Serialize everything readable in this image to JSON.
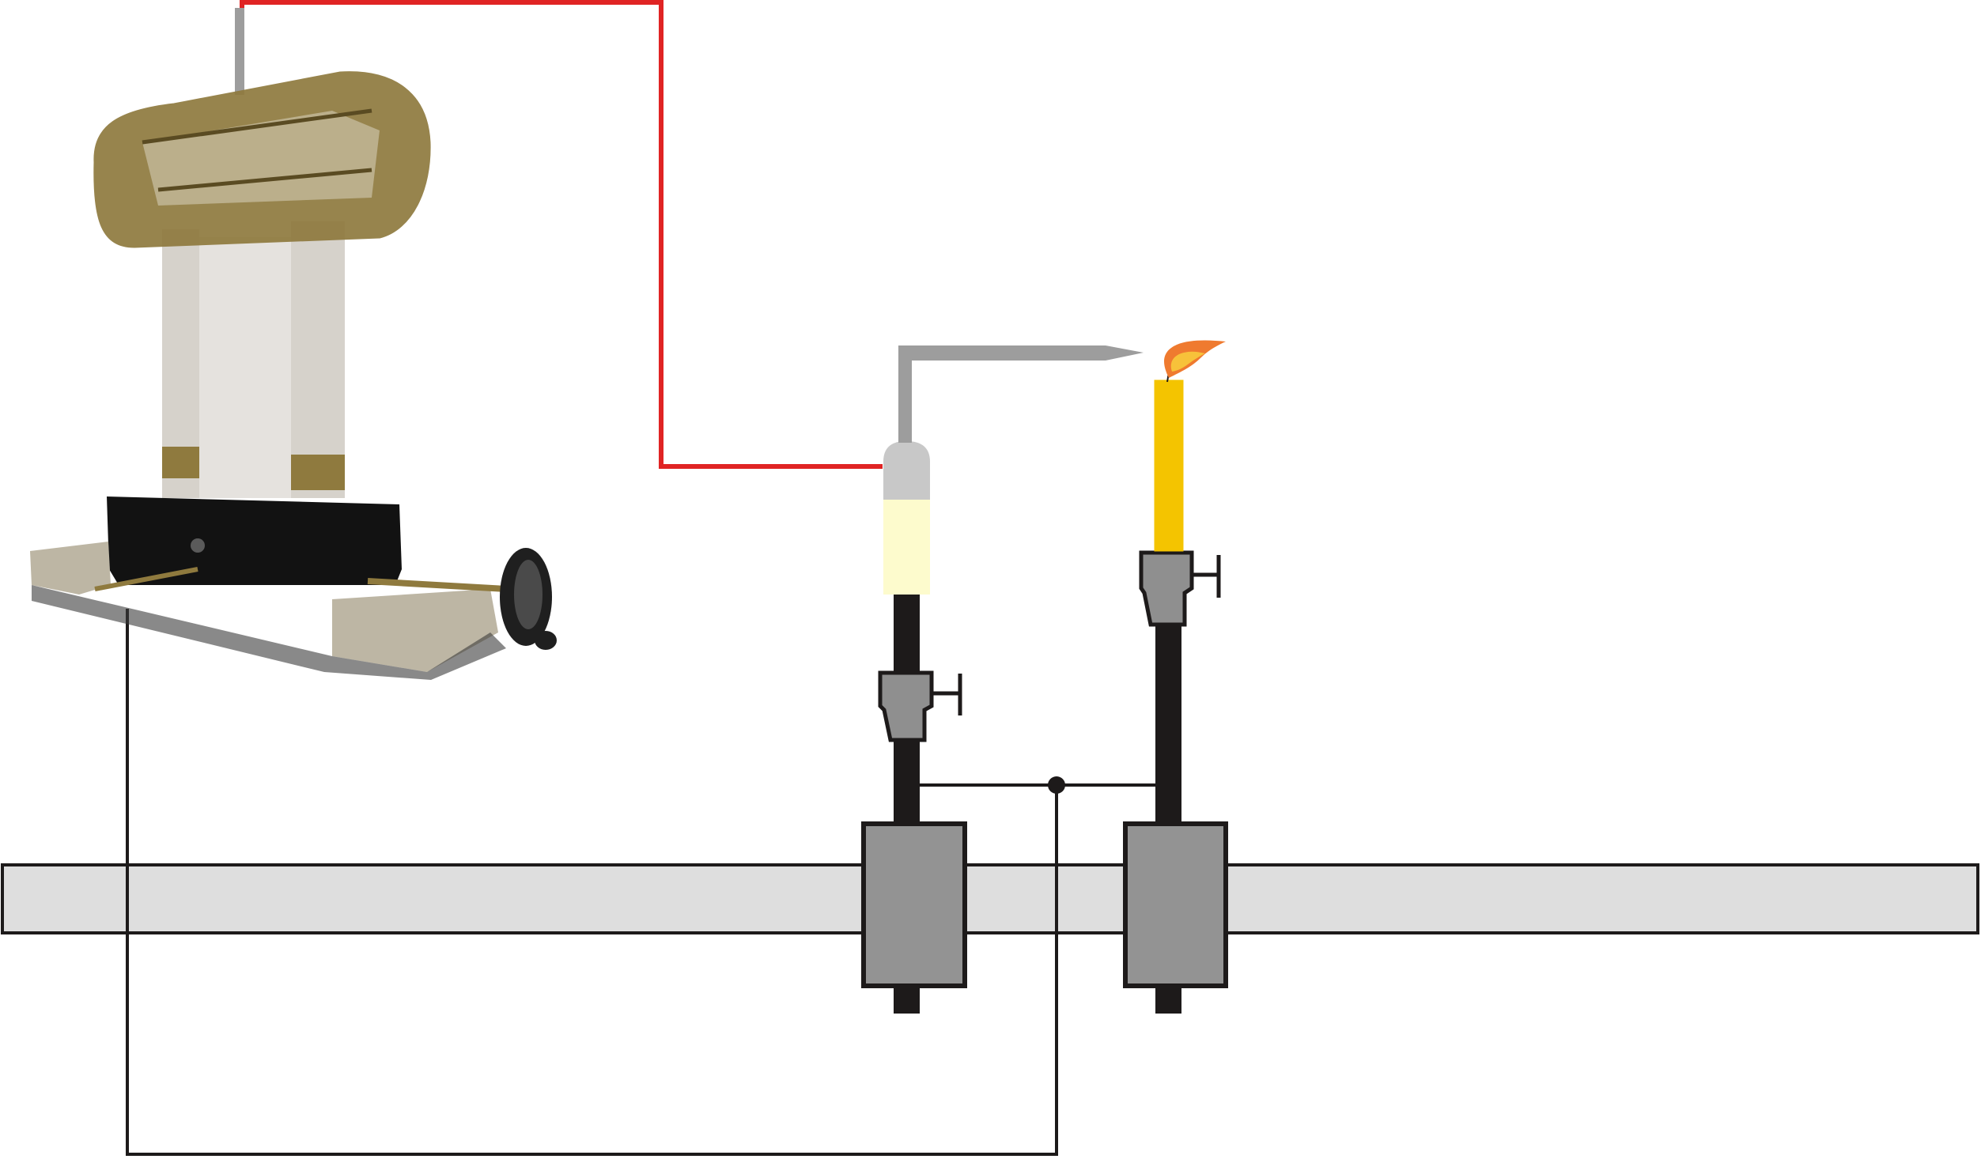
{
  "diagram": {
    "components": {
      "electroscope": "electroscope-apparatus",
      "pointed_conductor": "pointed-metal-rod-on-insulated-stand",
      "candle": "lit-candle-on-stand",
      "optical_bench": "optical-bench-rail",
      "carriages": "bench-carriage-pair"
    },
    "wires": {
      "signal_wire": "red-wire",
      "ground_wire": "black-wire",
      "junction": "wire-junction-dot"
    },
    "colors": {
      "red_wire": "#e02424",
      "black": "#1d1a1a",
      "rail_fill": "#dedede",
      "carriage_fill": "#939393",
      "clamp_fill": "#8f8f8f",
      "rod_gray": "#9d9d9d",
      "holder_top": "#c8c8c8",
      "holder_bottom": "#fdfbcd",
      "candle_yellow": "#f4c400",
      "flame_orange": "#ef7a2f",
      "flame_inner": "#f7c23a",
      "brass": "#8f7a3e",
      "glass": "#cfcac2",
      "base_black": "#121212",
      "stone": "#bdb6a4"
    }
  }
}
